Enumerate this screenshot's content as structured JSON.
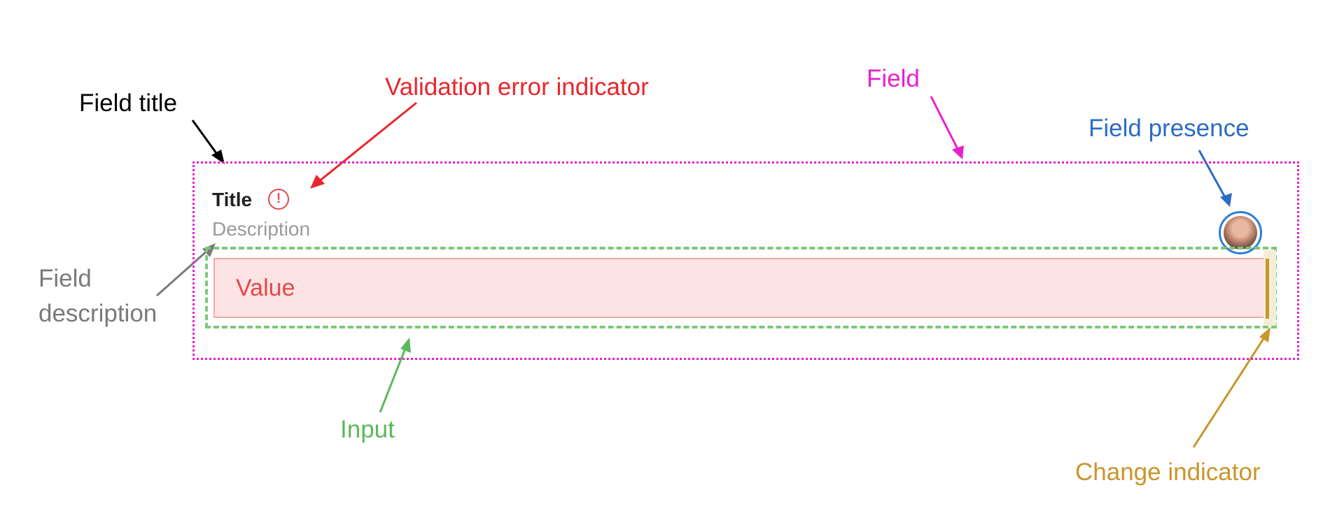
{
  "annotations": {
    "field_title": "Field title",
    "validation_error": "Validation error indicator",
    "field": "Field",
    "field_presence": "Field presence",
    "field_description_line1": "Field",
    "field_description_line2": "description",
    "input": "Input",
    "change_indicator": "Change indicator"
  },
  "field": {
    "title": "Title",
    "description": "Description",
    "value": "Value",
    "error_icon_glyph": "!"
  },
  "colors": {
    "field_title_annotation": "#000000",
    "validation_error": "#e8262b",
    "field": "#e81fd0",
    "field_presence": "#2b6cc4",
    "field_description": "#7a7a7a",
    "input": "#5cb85c",
    "change_indicator": "#c9952c"
  },
  "icons": {
    "error": "exclamation-circle-icon",
    "presence": "user-avatar"
  }
}
